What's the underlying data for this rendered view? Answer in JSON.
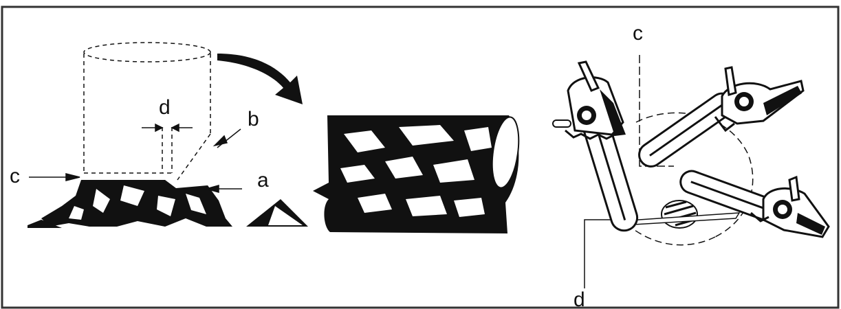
{
  "labels": {
    "left": {
      "a": "a",
      "b": "b",
      "c": "c",
      "d": "d"
    },
    "right": {
      "c": "c",
      "d": "d"
    }
  },
  "colors": {
    "ink": "#111111",
    "paper": "#ffffff",
    "frame": "#333333"
  }
}
